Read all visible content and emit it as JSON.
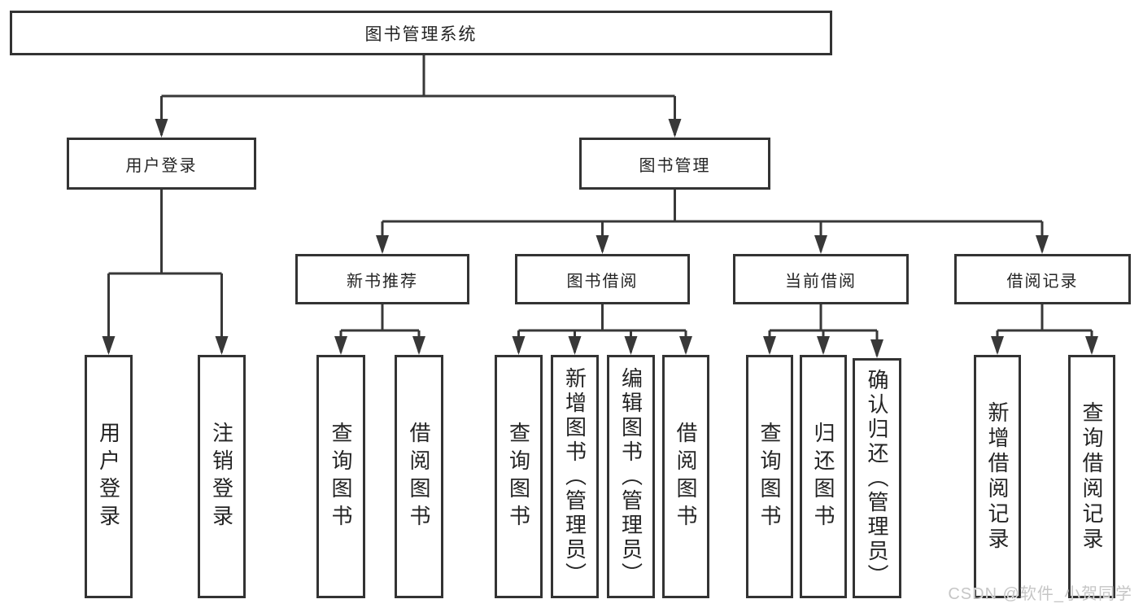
{
  "tree": {
    "label": "图书管理系统",
    "children": [
      {
        "label": "用户登录",
        "children": [
          {
            "label": "用户登录"
          },
          {
            "label": "注销登录"
          }
        ]
      },
      {
        "label": "图书管理",
        "children": [
          {
            "label": "新书推荐",
            "children": [
              {
                "label": "查询图书"
              },
              {
                "label": "借阅图书"
              }
            ]
          },
          {
            "label": "图书借阅",
            "children": [
              {
                "label": "查询图书"
              },
              {
                "label": "新增图书（管理员）"
              },
              {
                "label": "编辑图书（管理员）"
              },
              {
                "label": "借阅图书"
              }
            ]
          },
          {
            "label": "当前借阅",
            "children": [
              {
                "label": "查询图书"
              },
              {
                "label": "归还图书"
              },
              {
                "label": "确认归还（管理员）"
              }
            ]
          },
          {
            "label": "借阅记录",
            "children": [
              {
                "label": "新增借阅记录"
              },
              {
                "label": "查询借阅记录"
              }
            ]
          }
        ]
      }
    ]
  },
  "watermark": {
    "text": "CSDN @软件_小贺同学"
  },
  "colors": {
    "line": "#383838",
    "box_border": "#333333",
    "text": "#242424",
    "watermark": "#c6c6c6",
    "background": "#ffffff"
  }
}
